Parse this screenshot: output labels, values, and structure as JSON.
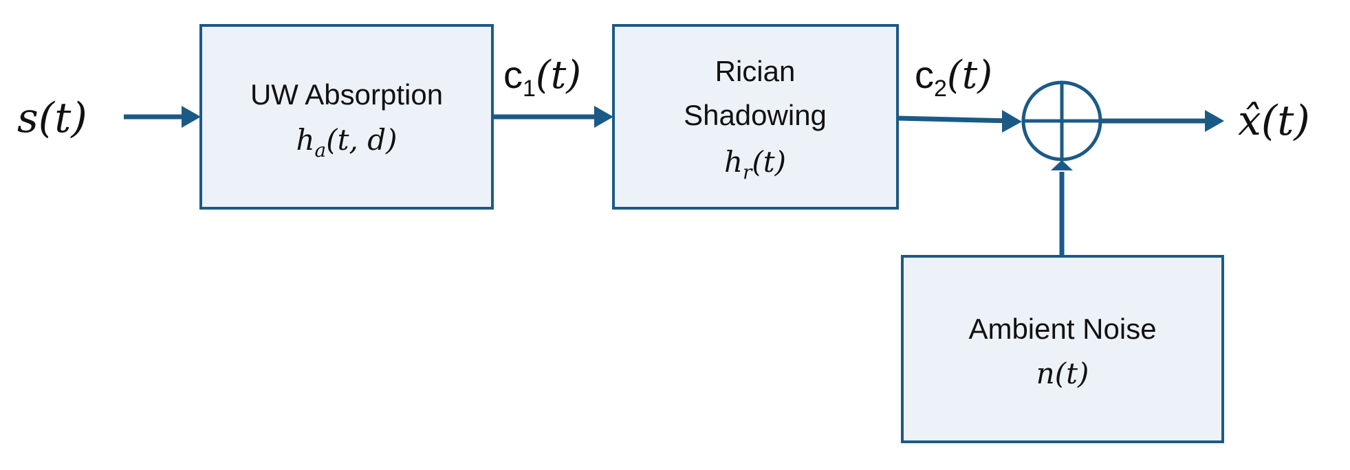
{
  "colors": {
    "stroke": "#1b5a86",
    "block_fill": "#edf2f9",
    "text": "#111111"
  },
  "signals": {
    "input": {
      "sym": "s",
      "arg": "(t)"
    },
    "c1": {
      "sym": "c",
      "sub": "1",
      "arg": "(t)"
    },
    "c2": {
      "sym": "c",
      "sub": "2",
      "arg": "(t)"
    },
    "output": {
      "sym": "x̂",
      "arg": "(t)"
    }
  },
  "blocks": {
    "absorption": {
      "line1": "UW Absorption",
      "sym": "h",
      "sub": "a",
      "arg": "(t, d)"
    },
    "rician": {
      "line1": "Rician",
      "line2": "Shadowing",
      "sym": "h",
      "sub": "r",
      "arg": "(t)"
    },
    "noise": {
      "line1": "Ambient Noise",
      "sym": "n",
      "arg": "(t)"
    }
  }
}
